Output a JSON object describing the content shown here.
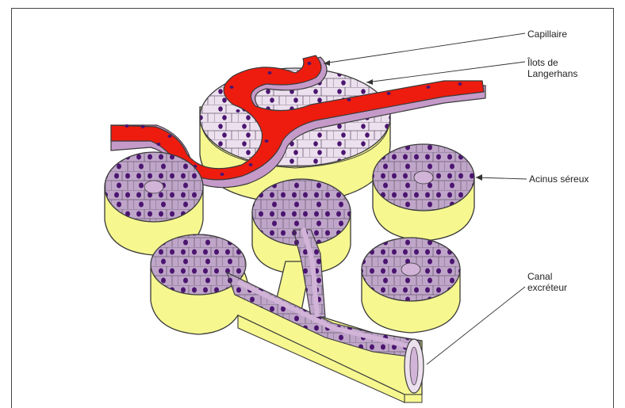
{
  "labels": {
    "capillaire": "Capillaire",
    "ilots_line1": "Îlots de",
    "ilots_line2": "Langerhans",
    "acinus": "Acinus séreux",
    "canal_line1": "Canal",
    "canal_line2": "excréteur"
  },
  "colors": {
    "acinus_cell": "#bfa6c9",
    "nucleus": "#4b1570",
    "yellow_wall": "#f6f78f",
    "islet_cell": "#ece0ee",
    "capillary": "#ee1c0e",
    "capillary_wall": "#c59ac9",
    "duct_lumen": "#d2b4d8",
    "outline": "#3a3a3a"
  }
}
